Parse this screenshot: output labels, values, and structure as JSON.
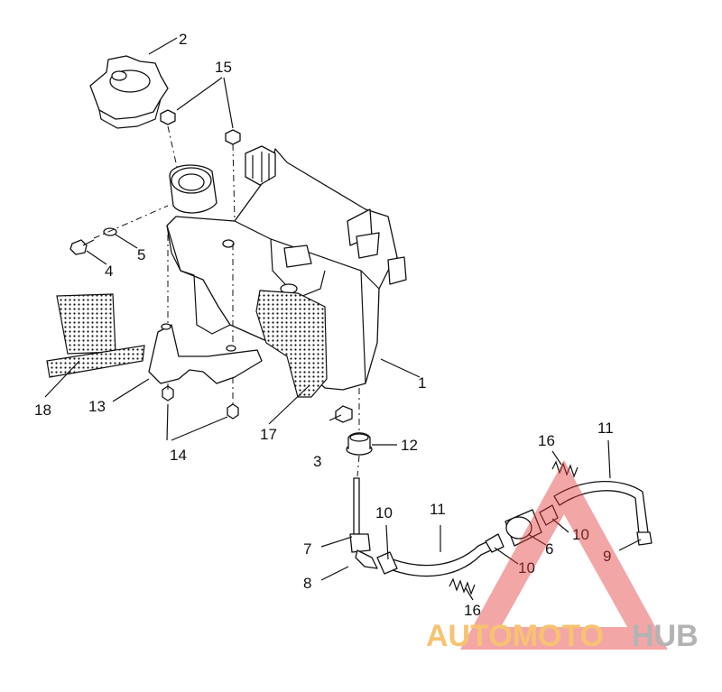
{
  "callouts": [
    {
      "id": "c1",
      "label": "1"
    },
    {
      "id": "c2",
      "label": "2"
    },
    {
      "id": "c3",
      "label": "3"
    },
    {
      "id": "c4",
      "label": "4"
    },
    {
      "id": "c5",
      "label": "5"
    },
    {
      "id": "c6",
      "label": "6"
    },
    {
      "id": "c7",
      "label": "7"
    },
    {
      "id": "c8",
      "label": "8"
    },
    {
      "id": "c9",
      "label": "9"
    },
    {
      "id": "c10a",
      "label": "10"
    },
    {
      "id": "c10b",
      "label": "10"
    },
    {
      "id": "c10c",
      "label": "10"
    },
    {
      "id": "c11a",
      "label": "11"
    },
    {
      "id": "c11b",
      "label": "11"
    },
    {
      "id": "c12",
      "label": "12"
    },
    {
      "id": "c13",
      "label": "13"
    },
    {
      "id": "c14",
      "label": "14"
    },
    {
      "id": "c15",
      "label": "15"
    },
    {
      "id": "c16a",
      "label": "16"
    },
    {
      "id": "c16b",
      "label": "16"
    },
    {
      "id": "c17",
      "label": "17"
    },
    {
      "id": "c18",
      "label": "18"
    }
  ],
  "watermark": {
    "text_orange": "AUTOMOTO",
    "text_gray": "HUB",
    "color_orange": "#f5b042",
    "color_gray": "#9a9a9a",
    "color_triangle": "#e63b3b"
  }
}
